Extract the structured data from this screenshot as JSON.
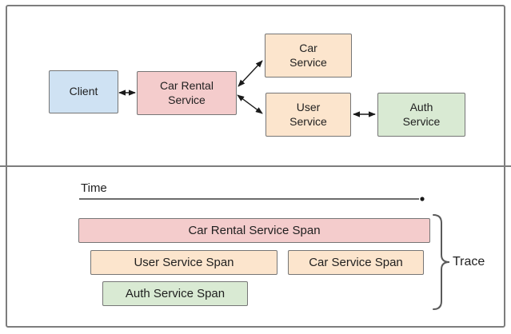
{
  "architecture": {
    "nodes": [
      {
        "label": "Client",
        "fill": "#cfe2f3"
      },
      {
        "label": "Car Rental Service",
        "fill": "#f4cccc"
      },
      {
        "label": "Car Service",
        "fill": "#fce5cd"
      },
      {
        "label": "User Service",
        "fill": "#fce5cd"
      },
      {
        "label": "Auth Service",
        "fill": "#d9ead3"
      }
    ],
    "connections": [
      {
        "from": "Client",
        "to": "Car Rental Service",
        "style": "double-arrow"
      },
      {
        "from": "Car Rental Service",
        "to": "Car Service",
        "style": "double-arrow"
      },
      {
        "from": "Car Rental Service",
        "to": "User Service",
        "style": "double-arrow"
      },
      {
        "from": "User Service",
        "to": "Auth Service",
        "style": "double-arrow"
      }
    ]
  },
  "timeline": {
    "time_label": "Time",
    "trace_label": "Trace",
    "spans": [
      {
        "label": "Car Rental Service Span",
        "fill": "#f4cccc"
      },
      {
        "label": "User Service Span",
        "fill": "#fce5cd"
      },
      {
        "label": "Car Service Span",
        "fill": "#fce5cd"
      },
      {
        "label": "Auth Service Span",
        "fill": "#d9ead3"
      }
    ]
  },
  "colors": {
    "frame_border": "#7d7d7d",
    "node_border": "#767676",
    "arrow": "#1a1a1a",
    "brace": "#5a5a5a",
    "text": "#1f1f1f"
  }
}
